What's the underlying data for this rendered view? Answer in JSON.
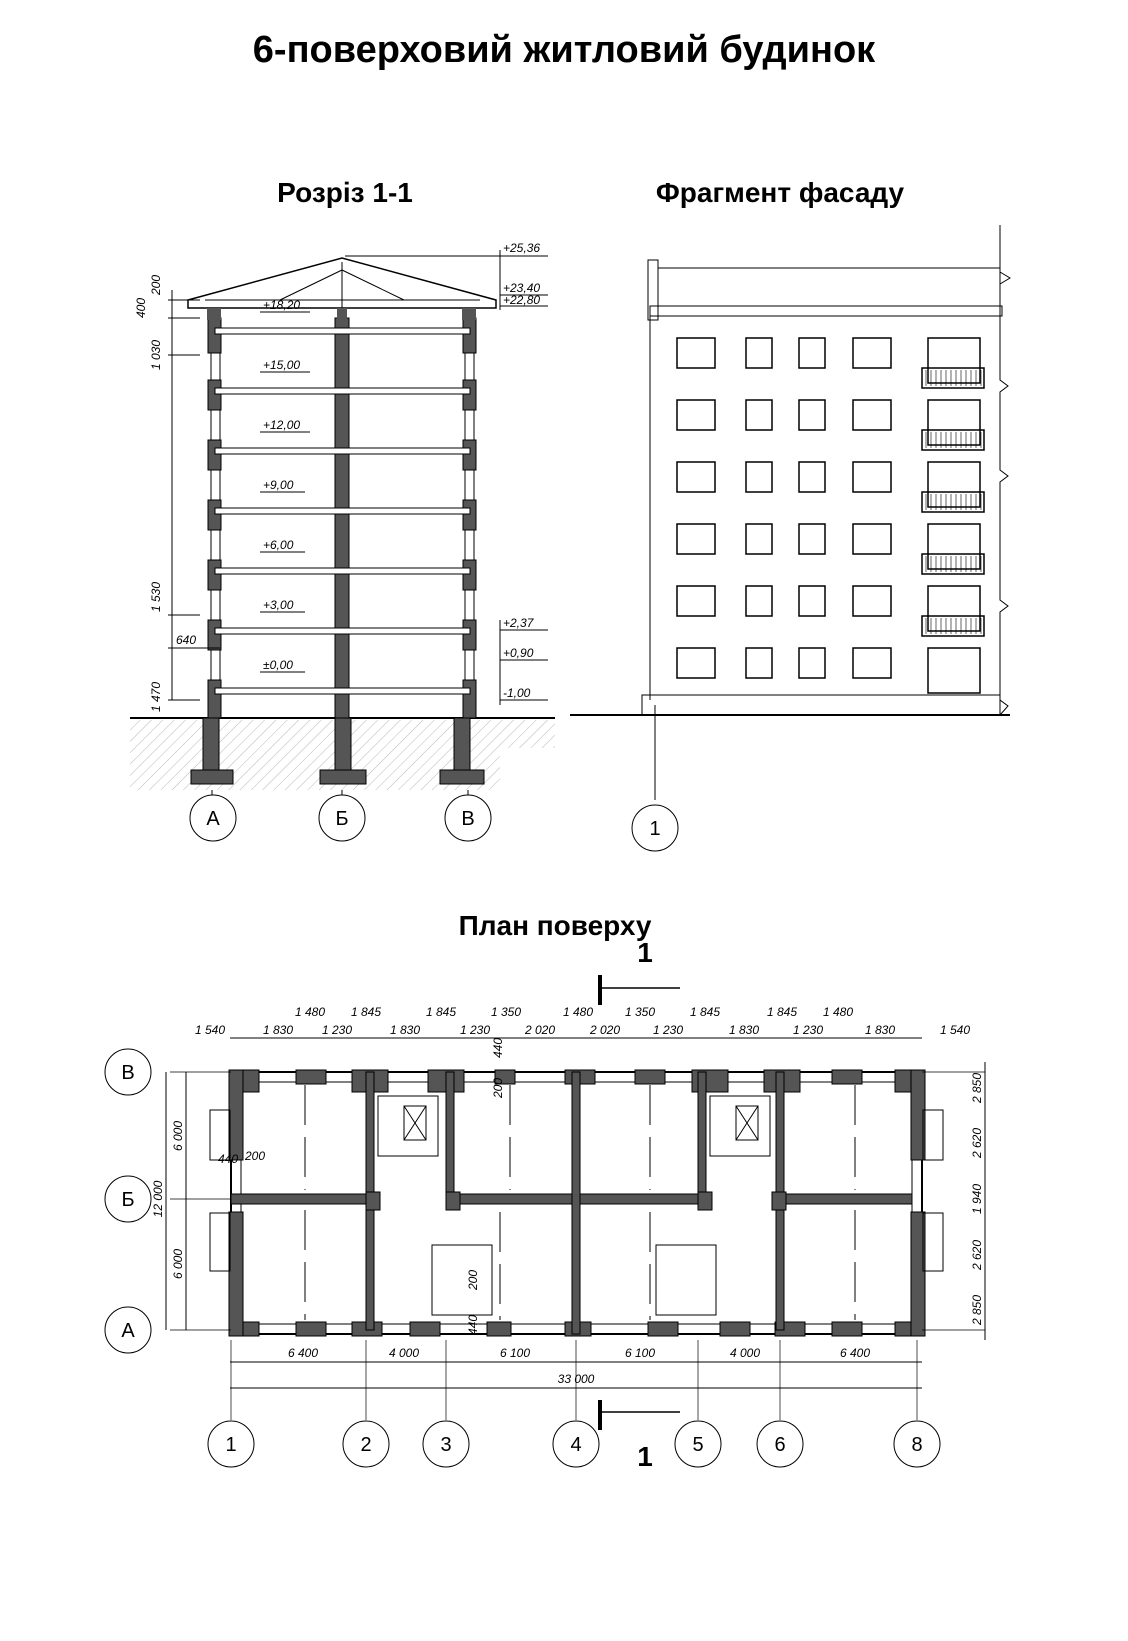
{
  "titles": {
    "main": "6-поверховий житловий будинок",
    "section": "Розріз 1-1",
    "facade": "Фрагмент фасаду",
    "plan": "План поверху"
  },
  "section": {
    "levels": [
      "+25,36",
      "+23,40",
      "+22,80",
      "+18,20",
      "+15,00",
      "+12,00",
      "+9,00",
      "+6,00",
      "+3,00",
      "±0,00",
      "+2,37",
      "+0,90",
      "-1,00"
    ],
    "dims": [
      "200",
      "400",
      "1 030",
      "1 530",
      "640",
      "1 470"
    ],
    "axes": [
      "А",
      "Б",
      "В"
    ]
  },
  "facade": {
    "axes": [
      "1"
    ]
  },
  "plan": {
    "cut": "1",
    "top_dims_upper": [
      "1 480",
      "1 845",
      "1 845",
      "1 350",
      "1 480",
      "1 350",
      "1 845",
      "1 845",
      "1 480"
    ],
    "top_dims_lower": [
      "1 540",
      "1 830",
      "1 230",
      "1 830",
      "1 230",
      "2 020",
      "2 020",
      "1 230",
      "1 830",
      "1 230",
      "1 830",
      "1 540"
    ],
    "inner_dims": [
      "440",
      "200",
      "440",
      "200",
      "440",
      "200"
    ],
    "bottom_dims": [
      "6 400",
      "4 000",
      "6 100",
      "6 100",
      "4 000",
      "6 400"
    ],
    "total_dim": "33 000",
    "left_dims": [
      "6 000",
      "12 000",
      "6 000"
    ],
    "right_dims": [
      "2 850",
      "2 620",
      "1 940",
      "2 620",
      "2 850"
    ],
    "axes_rows": [
      "В",
      "Б",
      "А"
    ],
    "axes_cols": [
      "1",
      "2",
      "3",
      "4",
      "5",
      "6",
      "8"
    ]
  }
}
